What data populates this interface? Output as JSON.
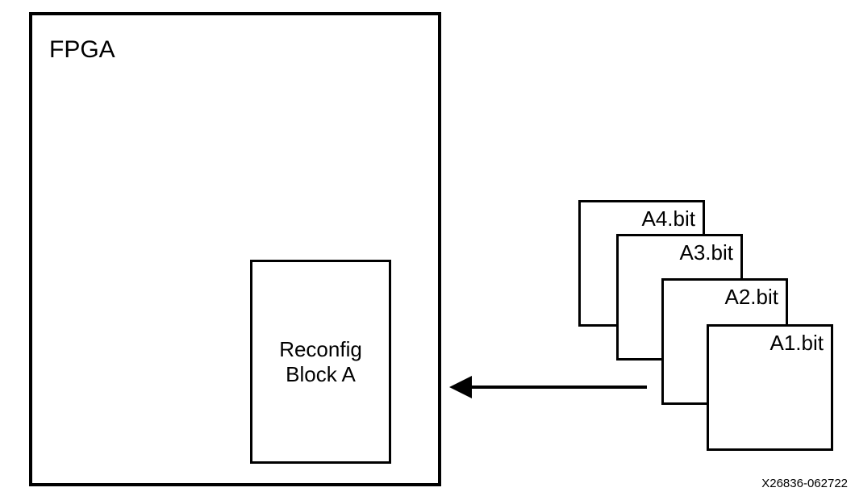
{
  "colors": {
    "line": "#000000",
    "background": "#ffffff"
  },
  "fpga": {
    "label": "FPGA"
  },
  "reconfig_block": {
    "lines": [
      "Reconfig",
      "Block A"
    ]
  },
  "bitstreams": [
    {
      "label": "A4.bit"
    },
    {
      "label": "A3.bit"
    },
    {
      "label": "A2.bit"
    },
    {
      "label": "A1.bit"
    }
  ],
  "icons": {
    "arrow": "left-arrow"
  },
  "figure_id": "X26836-062722"
}
